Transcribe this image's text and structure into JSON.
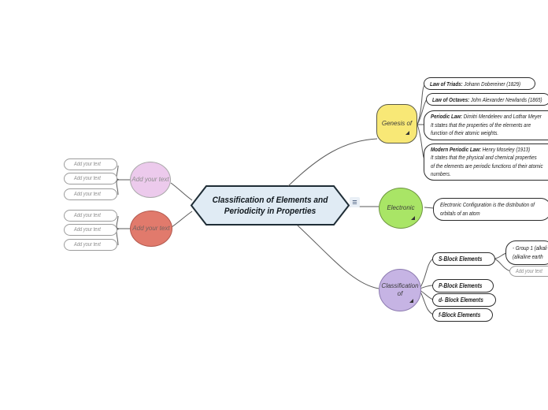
{
  "center_node": {
    "title": "Classification of Elements and Periodicity in Properties",
    "fill": "#e0ebf4",
    "border_color": "#1f2d36",
    "menu_icon": "≡"
  },
  "left_branch": {
    "pink_node": {
      "label": "Add your text",
      "color": "#eccaec"
    },
    "red_node": {
      "label": "Add your text",
      "color": "#e17a6c"
    },
    "pink_children": [
      "Add your text",
      "Add your text",
      "Add your text"
    ],
    "red_children": [
      "Add your text",
      "Add your text",
      "Add your text"
    ]
  },
  "genesis": {
    "label": "Genesis of",
    "color": "#f8e876",
    "children": [
      {
        "bold": "Law of Triads:",
        "text": " Johann Dobereiner (1829)"
      },
      {
        "bold": "Law of Octaves:",
        "text": " John Alexander Newlands (1865)"
      },
      {
        "bold": "Periodic Law:",
        "text": " Dimitri Mendeleev and Lothar Meyer",
        "line2": "It states that the properties of the elements are",
        "line3": "function of their atomic weights."
      },
      {
        "bold": "Modern Periodic Law:",
        "text": " Henry Moseley (1913)",
        "line2": "It states that the physical and chemical properties",
        "line3": "of the elements are periodic functions of their atomic",
        "line4": "numbers."
      }
    ]
  },
  "electronic": {
    "label": "Electronic",
    "color": "#a9e566",
    "child": {
      "line1": "Electronic Configuration is the distribution of",
      "line2": "orbitals of an atom"
    }
  },
  "classification": {
    "label": "Classification of",
    "color": "#c6b4e4",
    "children": [
      "S-Block Elements",
      "P-Block Elements",
      "d- Block Elements",
      "f-Block Elements"
    ],
    "sblock_detail": {
      "line1": "- Group 1 (alkali",
      "line2": "(alkaline earth"
    },
    "sblock_placeholder": "Add your text"
  }
}
